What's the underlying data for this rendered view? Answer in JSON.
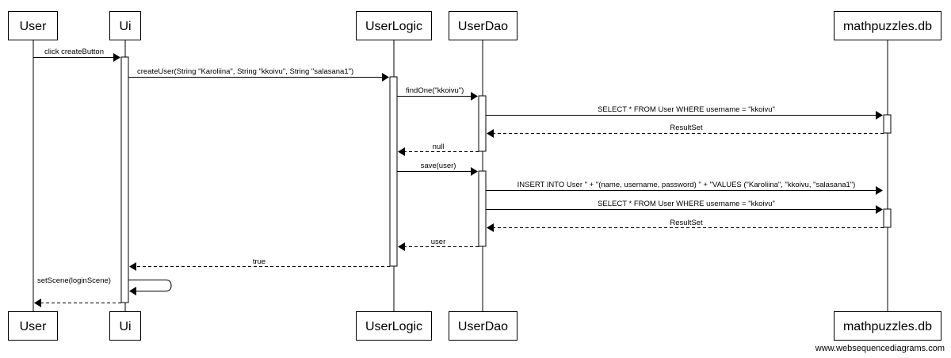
{
  "participants": {
    "user": "User",
    "ui": "Ui",
    "userlogic": "UserLogic",
    "userdao": "UserDao",
    "db": "mathpuzzles.db"
  },
  "messages": {
    "m1": "click createButton",
    "m2": "createUser(String \"Karoliina\", String \"kkoivu\", String \"salasana1\")",
    "m3": "findOne(\"kkoivu\")",
    "m4": "SELECT * FROM User WHERE username = \"kkoivu\"",
    "m5": "ResultSet",
    "m6": "null",
    "m7": "save(user)",
    "m8": "INSERT INTO User \" + \"(name, username, password) \" + \"VALUES (\"Karoliina\", \"kkoivu, \"salasana1\")",
    "m9": "SELECT * FROM User WHERE username = \"kkoivu\"",
    "m10": "ResultSet",
    "m11": "user",
    "m12": "true",
    "m13": "setScene(loginScene)",
    "m14": ""
  },
  "watermark": "www.websequencediagrams.com"
}
